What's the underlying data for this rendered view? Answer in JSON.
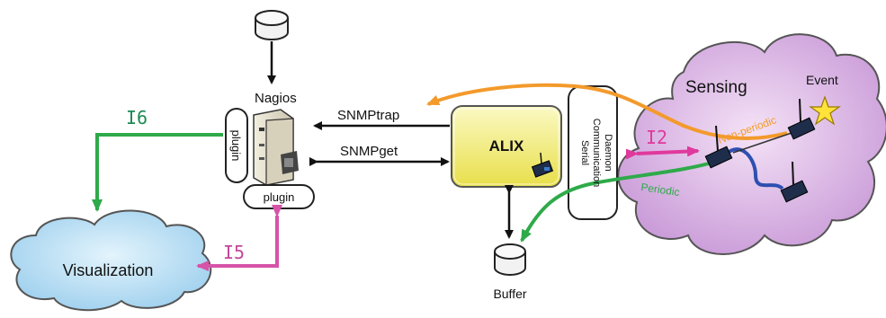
{
  "nodes": {
    "nagios": "Nagios",
    "plugin_vertical": "plugin",
    "plugin_horizontal": "plugin",
    "alix": "ALIX",
    "daemon_lines": [
      "Serial",
      "Communication",
      "Daemon"
    ],
    "buffer": "Buffer",
    "visualization": "Visualization",
    "sensing": "Sensing",
    "event": "Event"
  },
  "edges": {
    "snmptrap": "SNMPtrap",
    "snmpget": "SNMPget",
    "i6": "I6",
    "i5": "I5",
    "i2": "I2",
    "non_periodic": "Non-periodic",
    "periodic": "Periodic"
  },
  "colors": {
    "orange": "#f39a2b",
    "green": "#2faa4a",
    "pink": "#d653a8",
    "magenta": "#e0399c",
    "teal_label": "#1e8a55",
    "alix_fill": "#f5f08a",
    "sensing_fill": "#d7aee0",
    "viz_fill": "#bfe2f5",
    "blue_wave": "#2d4fb0"
  }
}
